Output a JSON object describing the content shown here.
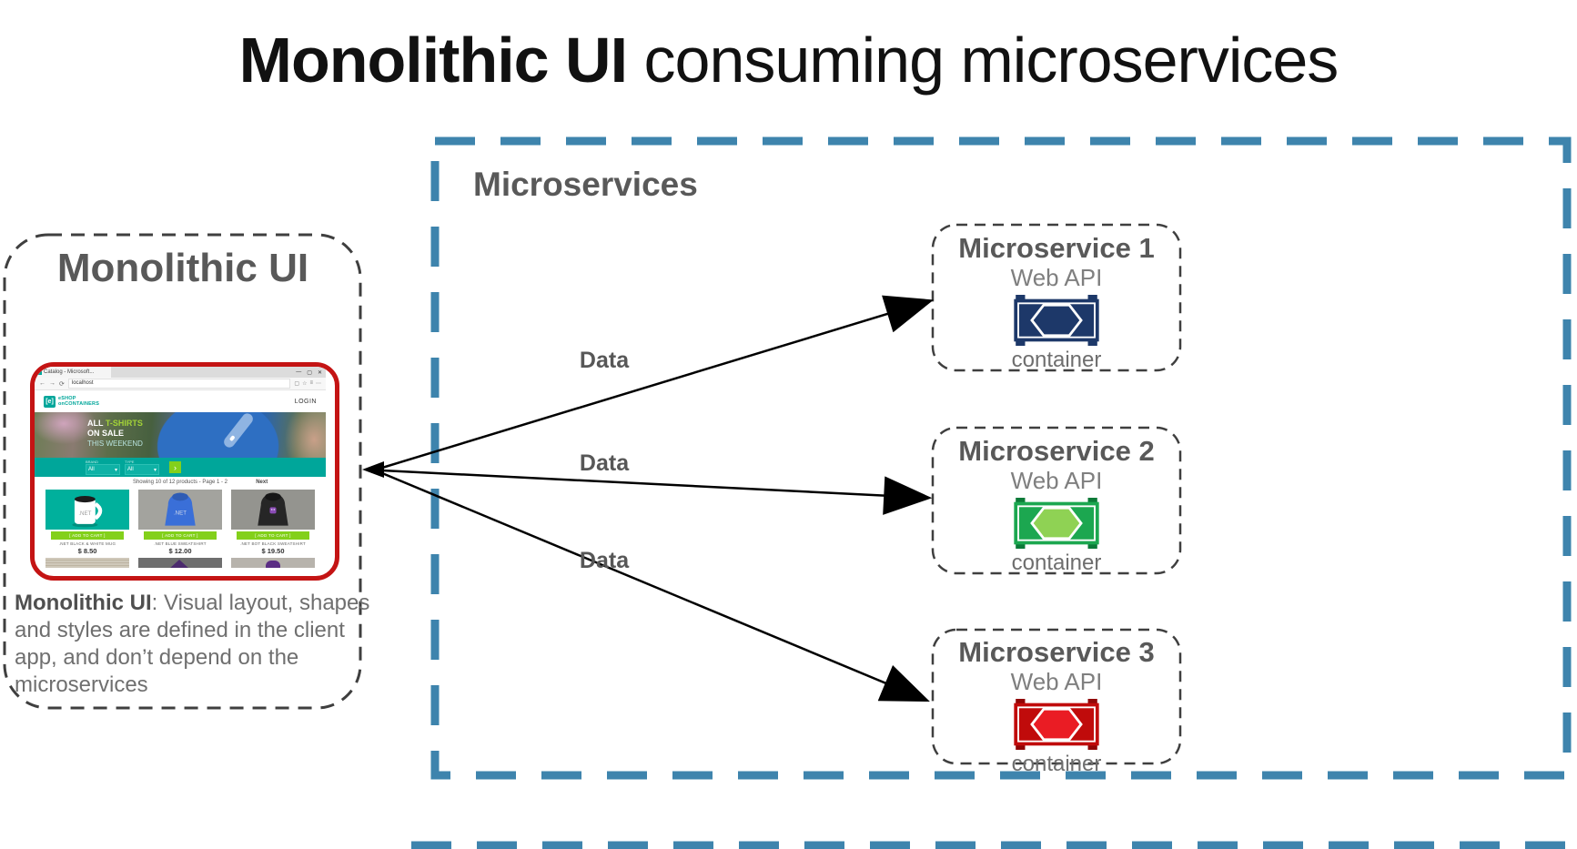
{
  "title": {
    "bold": "Monolithic UI",
    "rest": " consuming microservices"
  },
  "microservices_panel": {
    "label": "Microservices"
  },
  "monolith": {
    "label": "Monolithic UI",
    "caption_bold": "Monolithic UI",
    "caption_rest": ": Visual layout, shapes and styles are defined in the client app, and don’t depend on the microservices"
  },
  "arrows": {
    "labels": [
      "Data",
      "Data",
      "Data"
    ]
  },
  "services": [
    {
      "title": "Microservice 1",
      "subtitle": "Web API",
      "container_label": "container",
      "colors": {
        "body": "#1d3869",
        "tab": "#1d3869",
        "hex": "#1d3869"
      }
    },
    {
      "title": "Microservice 2",
      "subtitle": "Web API",
      "container_label": "container",
      "colors": {
        "body": "#1ca750",
        "tab": "#0c7a38",
        "hex": "#8fd254"
      }
    },
    {
      "title": "Microservice 3",
      "subtitle": "Web API",
      "container_label": "container",
      "colors": {
        "body": "#c00b0b",
        "tab": "#900707",
        "hex": "#ea1c24"
      }
    }
  ],
  "colors": {
    "panel_dash": "#3e84ad",
    "box_dash": "#3f3f3f",
    "screenshot_border": "#c41414",
    "accent_teal": "#00a69a",
    "accent_green": "#83d01b"
  },
  "browser": {
    "tab_title": "Catalog - Microsoft...",
    "controls": {
      "min": "—",
      "max": "▢",
      "close": "✕"
    },
    "nav": {
      "back": "←",
      "forward": "→",
      "refresh": "⟳"
    },
    "url": "localhost",
    "actions": {
      "reading": "▢",
      "star": "☆",
      "hub": "≡",
      "more": "⋯"
    },
    "logo": {
      "mark": "[e]",
      "line1": "eSHOP",
      "line2": "onCONTAINERS"
    },
    "login": "LOGIN",
    "hero": {
      "line1_white": "ALL ",
      "line1_green": "T-SHIRTS",
      "line2": "ON SALE",
      "line3": "THIS WEEKEND"
    },
    "filters": {
      "brand_label": "BRAND",
      "brand_value": "All",
      "type_label": "TYPE",
      "type_value": "All",
      "chevron": "▾",
      "go": "›"
    },
    "results": "Showing 10 of 12 products - Page 1 - 2",
    "next": "Next",
    "add_to_cart": "[ ADD TO CART ]",
    "products": [
      {
        "name": ".NET BLACK & WHITE MUG",
        "price": "$ 8.50",
        "decal": ".NET"
      },
      {
        "name": ".NET BLUE SWEATSHIRT",
        "price": "$ 12.00",
        "decal": ".NET"
      },
      {
        "name": ".NET BOT BLACK SWEATSHIRT",
        "price": "$ 19.50",
        "decal": ""
      }
    ]
  }
}
